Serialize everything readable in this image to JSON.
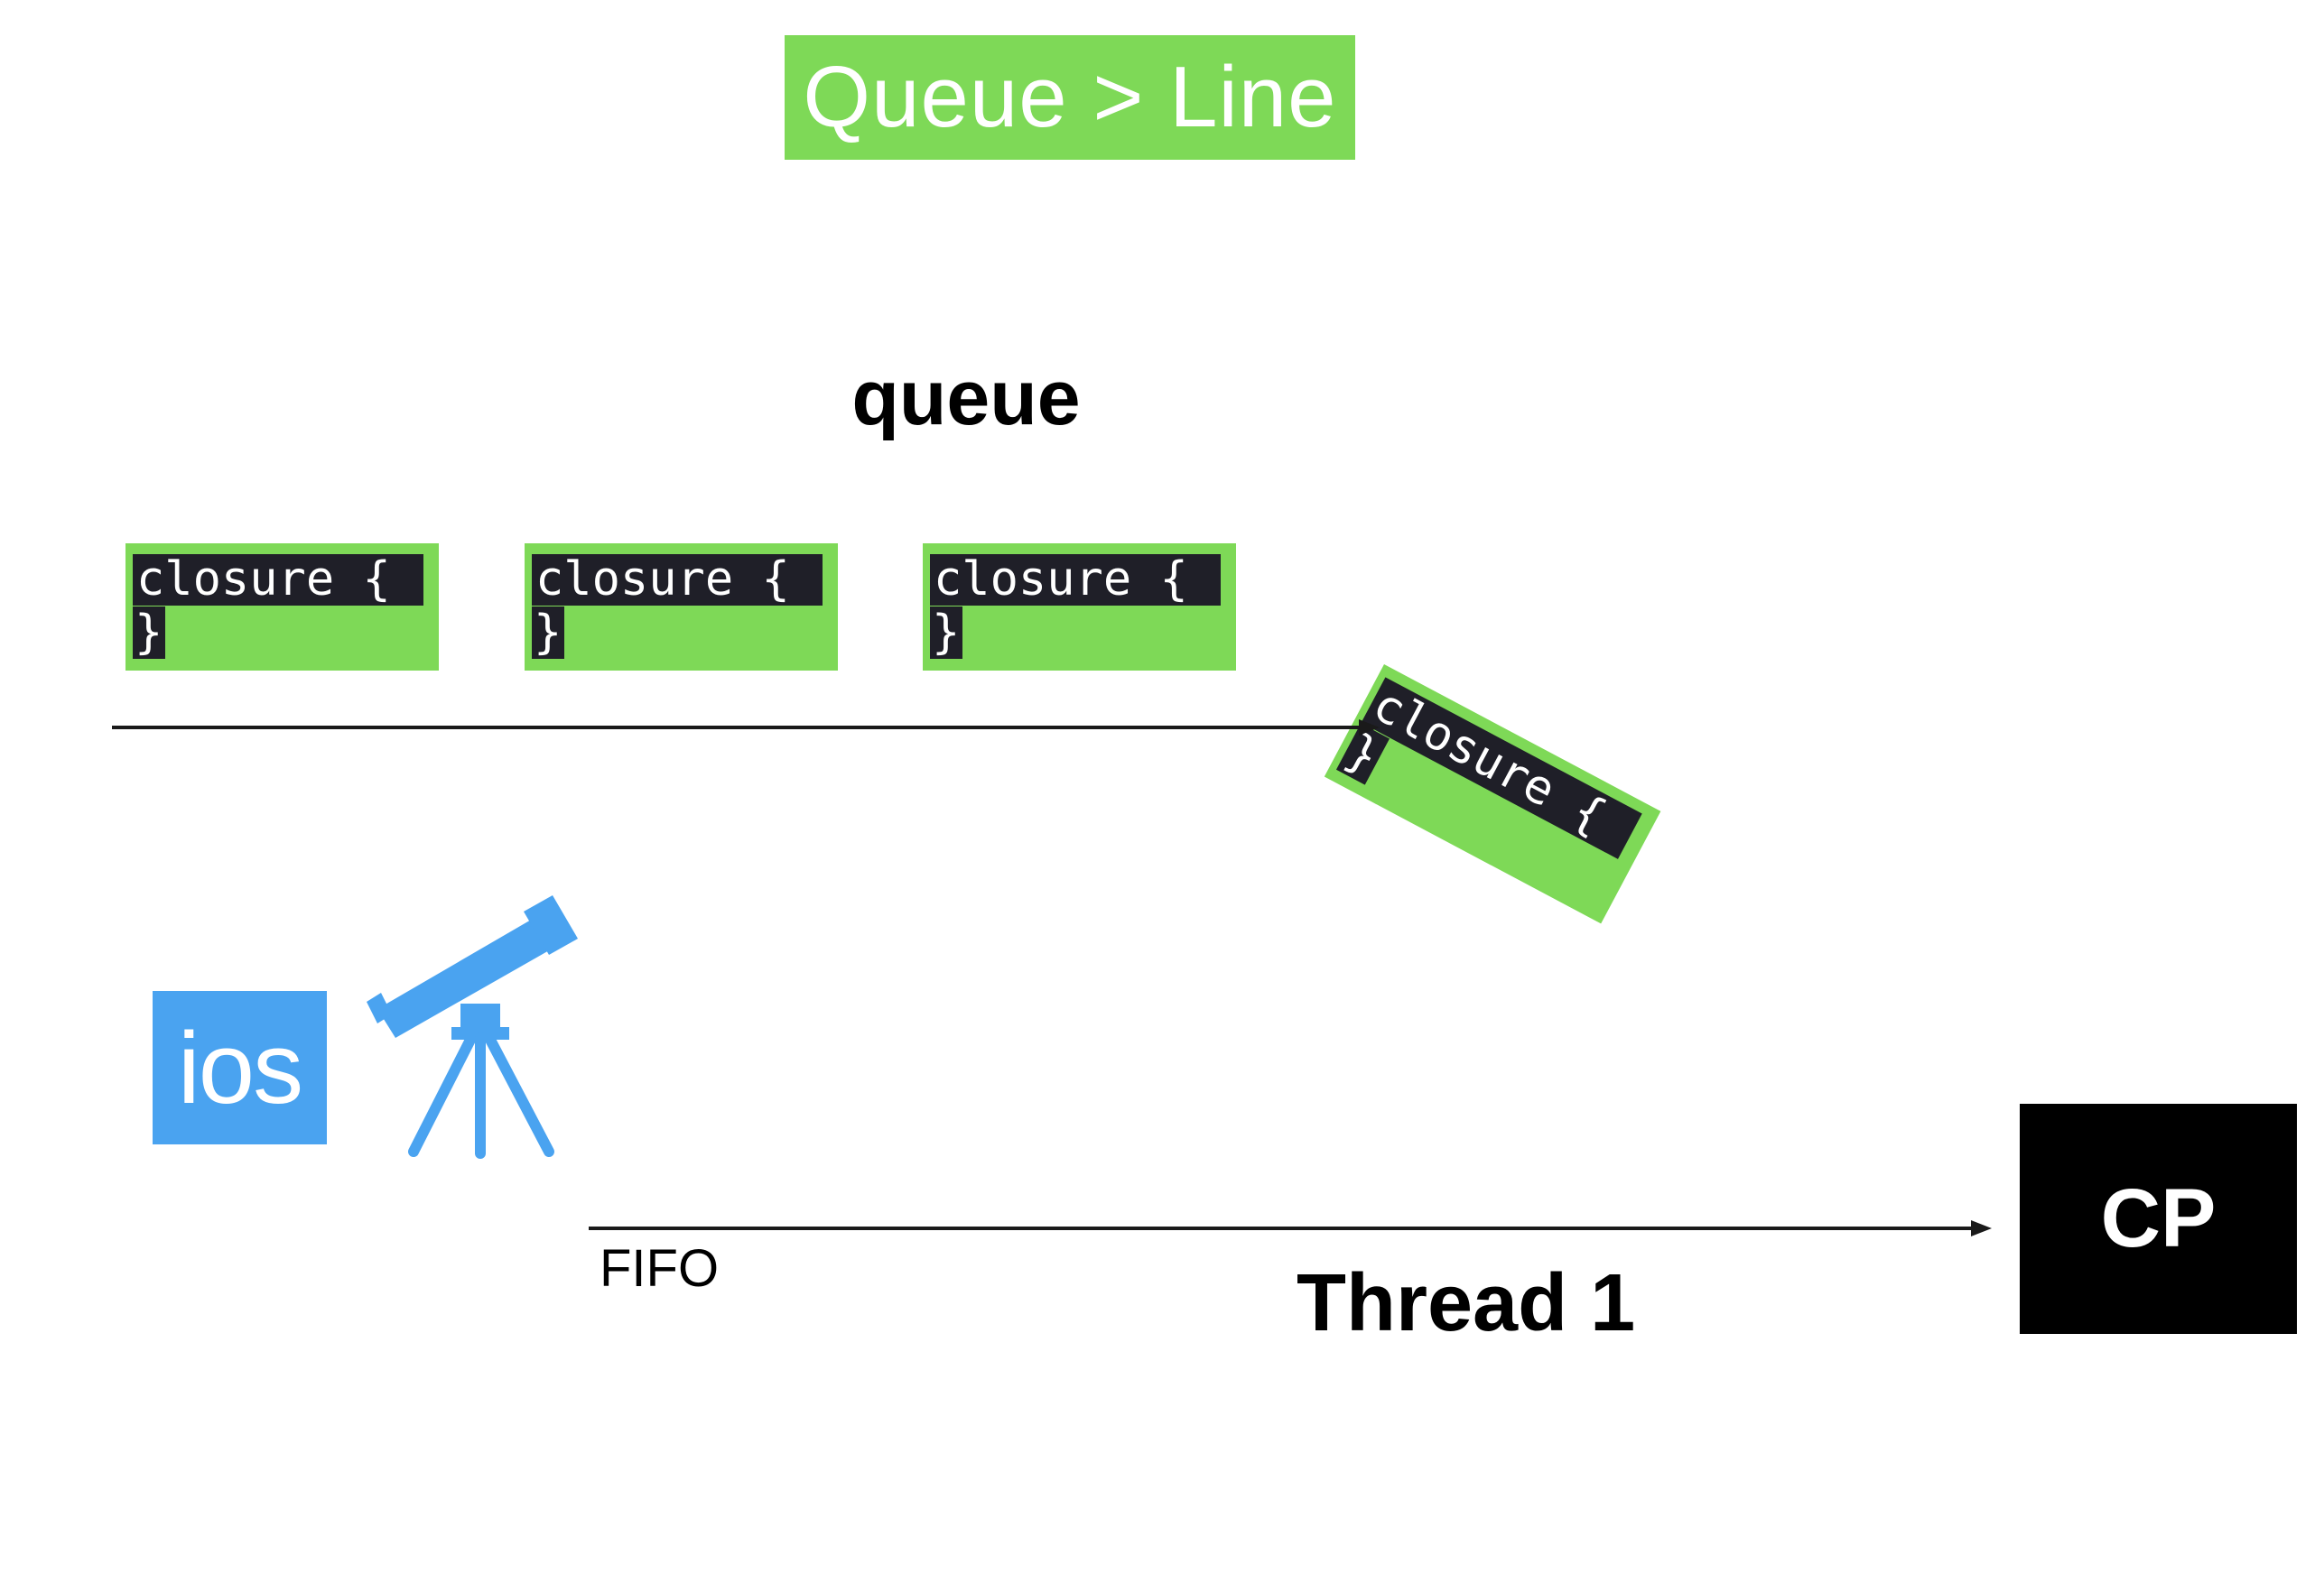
{
  "title": "Queue > Line",
  "queue_label": "queue",
  "closures": [
    {
      "line1": "closure {",
      "line2": "}"
    },
    {
      "line1": "closure {",
      "line2": "}"
    },
    {
      "line1": "closure {",
      "line2": "}"
    },
    {
      "line1": "closure {",
      "line2": "}"
    }
  ],
  "ios_badge": "ios",
  "fifo_label": "FIFO",
  "thread_label": "Thread 1",
  "cp_label": "CP",
  "icons": {
    "telescope": "telescope-icon"
  },
  "colors": {
    "green": "#7ed957",
    "blue": "#4aa3f0",
    "code_bg": "#1f1f28",
    "black": "#000000"
  }
}
